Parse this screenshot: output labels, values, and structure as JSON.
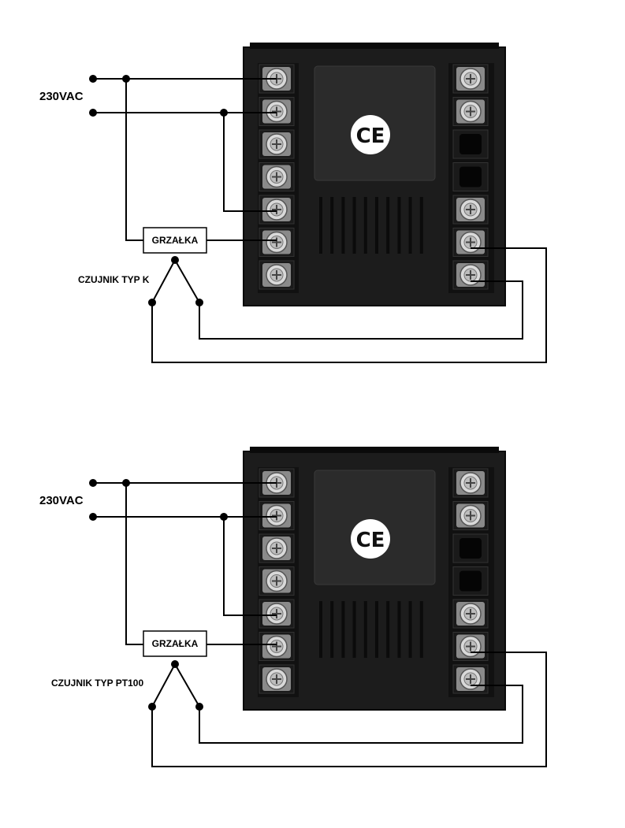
{
  "colors": {
    "wire": "#000000",
    "case": "#1c1c1c",
    "case_edge": "#0a0a0a",
    "window": "#2b2b2b",
    "terminal_frame": "#111111",
    "screw_metal": "#d9d9d9",
    "ce_badge": "#ffffff",
    "heater_box": "#ffffff"
  },
  "diagrams": [
    {
      "voltage_label": "230VAC",
      "heater_label": "GRZAŁKA",
      "sensor_label": "CZUJNIK TYP K",
      "ce_mark": "CE",
      "icon": "ce-mark-icon"
    },
    {
      "voltage_label": "230VAC",
      "heater_label": "GRZAŁKA",
      "sensor_label": "CZUJNIK TYP PT100",
      "ce_mark": "CE",
      "icon": "ce-mark-icon"
    }
  ]
}
